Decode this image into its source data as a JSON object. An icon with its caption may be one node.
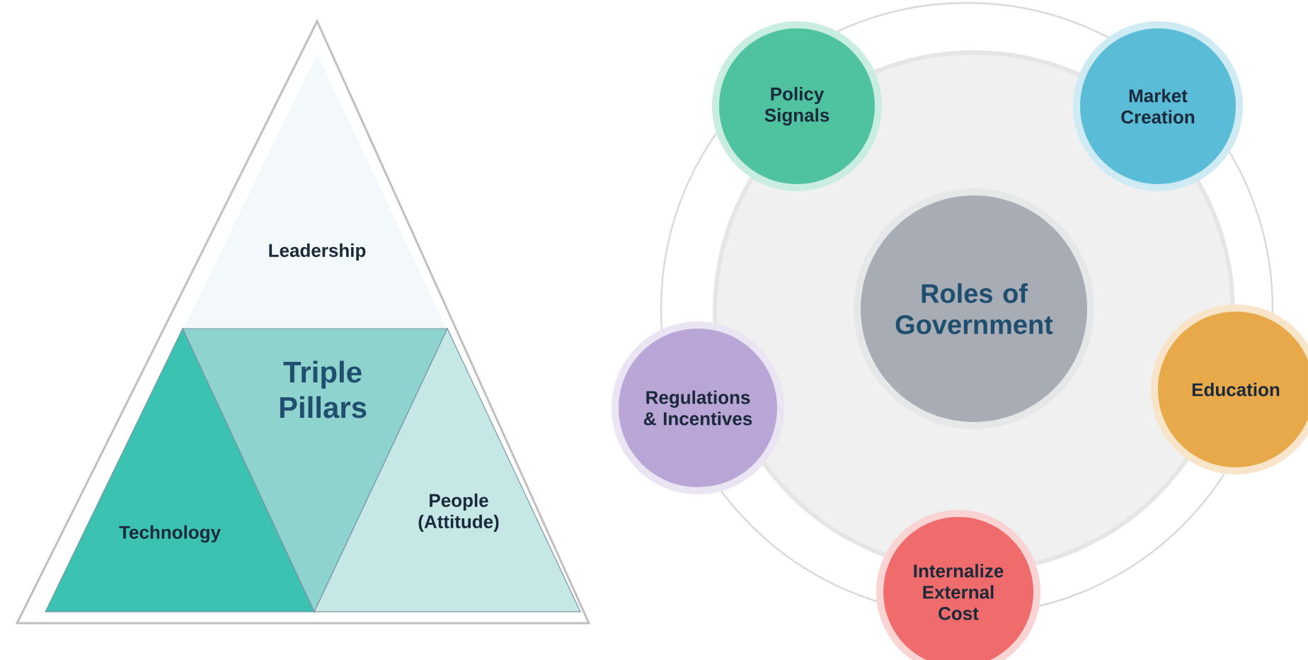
{
  "diagram": {
    "nodes": [
      {
        "text": [
          "Leadership"
        ]
      },
      {
        "text": [
          "Triple Pillars"
        ],
        "in": 0
      },
      {
        "text": [
          "Technology"
        ],
        "in": 0
      },
      {
        "text": [
          "People (Attitude)"
        ],
        "in": 0
      },
      {
        "text": [
          "Policy Signals"
        ]
      },
      {
        "text": [
          "Market Creation"
        ]
      },
      {
        "text": [
          "Roles of Government"
        ]
      },
      {
        "text": [
          "Regulations & Incentives"
        ]
      },
      {
        "text": [
          "Education"
        ]
      },
      {
        "text": [
          "Internalize External Cost"
        ]
      }
    ]
  }
}
